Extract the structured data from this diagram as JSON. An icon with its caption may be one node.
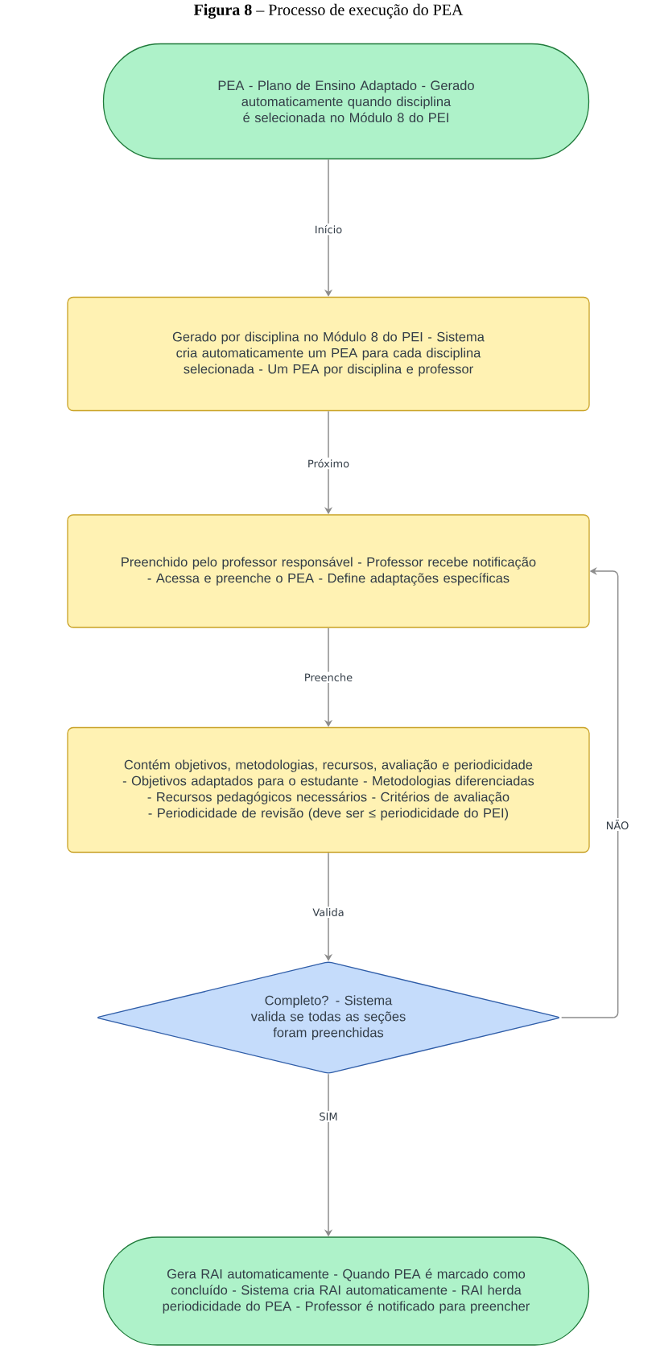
{
  "diagram": {
    "title": "**Figura 8** – Processo de execução do PEA",
    "nodes": [
      {
        "text": [
          "PEA - Plano de Ensino Adaptado - Gerado automaticamente quando disciplina é selecionada no Módulo 8 do PEI"
        ]
      },
      {
        "text": [
          "Gerado por disciplina no Módulo 8 do PEI - Sistema cria automaticamente um PEA para cada disciplina selecionada - Um PEA por disciplina e professor"
        ]
      },
      {
        "text": [
          "Preenchido pelo professor responsável - Professor recebe notificação - Acessa e preenche o PEA - Define adaptações específicas"
        ]
      },
      {
        "text": [
          "Contém objetivos, metodologias, recursos, avaliação e periodicidade - Objetivos adaptados para o estudante - Metodologias diferenciadas - Recursos pedagógicos necessários - Critérios de avaliação - Periodicidade de revisão (deve ser ≤ periodicidade do PEI)"
        ]
      },
      {
        "text": [
          "Completo? - Sistema valida se todas as seções foram preenchidas"
        ]
      },
      {
        "text": [
          "Gera RAI automaticamente - Quando PEA é marcado como concluído - Sistema cria RAI automaticamente - RAI herda periodicidade do PEA - Professor é notificado para preencher"
        ]
      }
    ],
    "edges": [
      {
        "from": 0,
        "to": 1,
        "arrow": "to",
        "label": "Início"
      },
      {
        "from": 1,
        "to": 2,
        "arrow": "to",
        "label": "Próximo"
      },
      {
        "from": 2,
        "to": 3,
        "arrow": "to",
        "label": "Preenche"
      },
      {
        "from": 3,
        "to": 4,
        "arrow": "to",
        "label": "Valida"
      },
      {
        "from": 4,
        "to": 5,
        "arrow": "to",
        "label": "SIM"
      },
      {
        "from": 4,
        "to": 2,
        "arrow": "to",
        "label": "NÃO"
      }
    ]
  }
}
